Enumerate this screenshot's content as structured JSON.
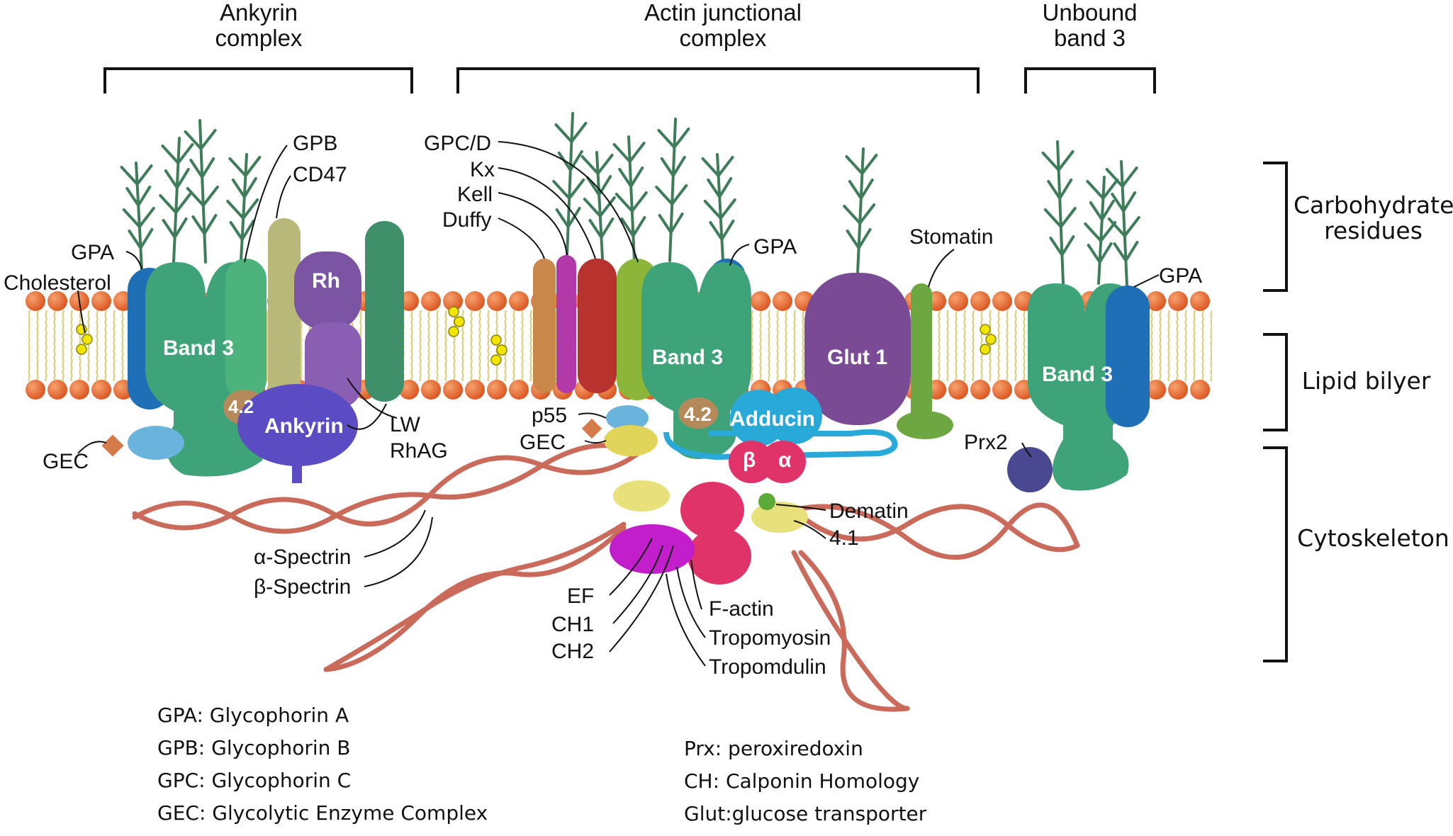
{
  "headers": {
    "ankyrin_complex": [
      "Ankyrin",
      "complex"
    ],
    "actin_junctional_complex": [
      "Actin junctional",
      "complex"
    ],
    "unbound_band3": [
      "Unbound",
      "band 3"
    ]
  },
  "zones": {
    "carbohydrate": [
      "Carbohydrate",
      "residues"
    ],
    "lipid": "Lipid bilyer",
    "cytoskeleton": "Cytoskeleton"
  },
  "protein_labels": {
    "gpa_left": "GPA",
    "cholesterol": "Cholesterol",
    "gpb": "GPB",
    "cd47": "CD47",
    "rh": "Rh",
    "band3_left": "Band 3",
    "band42_left": "4.2",
    "ankyrin": "Ankyrin",
    "lw": "LW",
    "rhag": "RhAG",
    "gec_left": "GEC",
    "gpcd": "GPC/D",
    "kx": "Kx",
    "kell": "Kell",
    "duffy": "Duffy",
    "gpa_mid": "GPA",
    "stomatin": "Stomatin",
    "band3_mid": "Band 3",
    "glut1": "Glut 1",
    "p55": "p55",
    "gec_mid": "GEC",
    "band42_mid": "4.2",
    "adducin": "Adducin",
    "beta": "β",
    "alpha": "α",
    "dematin": "Dematin",
    "band41": "4.1",
    "alpha_spectrin": "α-Spectrin",
    "beta_spectrin": "β-Spectrin",
    "ef": "EF",
    "ch1": "CH1",
    "ch2": "CH2",
    "factin": "F-actin",
    "tropomyosin": "Tropomyosin",
    "tropomodulin": "Tropomdulin",
    "gpa_right": "GPA",
    "prx2": "Prx2",
    "band3_right": "Band 3"
  },
  "legend_left": [
    "GPA: Glycophorin A",
    "GPB: Glycophorin B",
    "GPC: Glycophorin C",
    "GEC: Glycolytic Enzyme Complex"
  ],
  "legend_right": [
    "Prx: peroxiredoxin",
    "CH: Calponin Homology",
    "Glut:glucose transporter"
  ],
  "colors": {
    "band3": "#3fa37a",
    "gpa": "#1e6fb5",
    "rh": "#7b55a3",
    "ankyrin": "#5b4cc4",
    "glut1": "#7a4b94",
    "adducin": "#29a9d8",
    "spectrin": "#c96a5a",
    "lipid_head": "#e8733a",
    "lipid_tail": "#e8dc8a",
    "cholesterol": "#f2e600",
    "carbohydrate": "#3f7d5a",
    "actin": "#e0336a",
    "tropomodulin": "#c21ecb"
  }
}
